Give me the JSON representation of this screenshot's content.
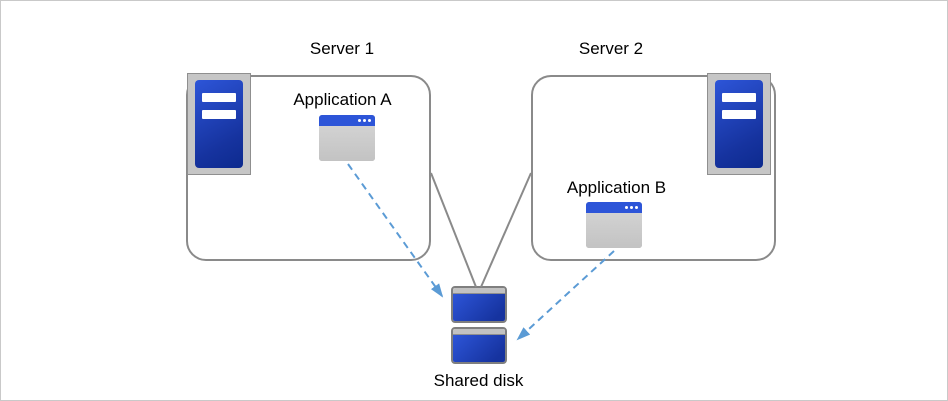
{
  "nodes": {
    "server1": {
      "label": "Server 1"
    },
    "server2": {
      "label": "Server 2"
    },
    "application_a": {
      "label": "Application A"
    },
    "application_b": {
      "label": "Application B"
    },
    "shared_disk": {
      "label": "Shared disk"
    }
  },
  "edges": [
    {
      "from": "server1",
      "to": "shared_disk",
      "style": "solid-gray-line"
    },
    {
      "from": "server2",
      "to": "shared_disk",
      "style": "solid-gray-line"
    },
    {
      "from": "application_a",
      "to": "shared_disk",
      "style": "dashed-blue-arrow"
    },
    {
      "from": "application_b",
      "to": "shared_disk",
      "style": "dashed-blue-arrow"
    }
  ],
  "colors": {
    "blue": "#16339f",
    "blue_light": "#2d55d8",
    "arrow_blue": "#5b9bd5",
    "line_gray": "#8a8a8a",
    "icon_gray": "#c6c6c6"
  }
}
